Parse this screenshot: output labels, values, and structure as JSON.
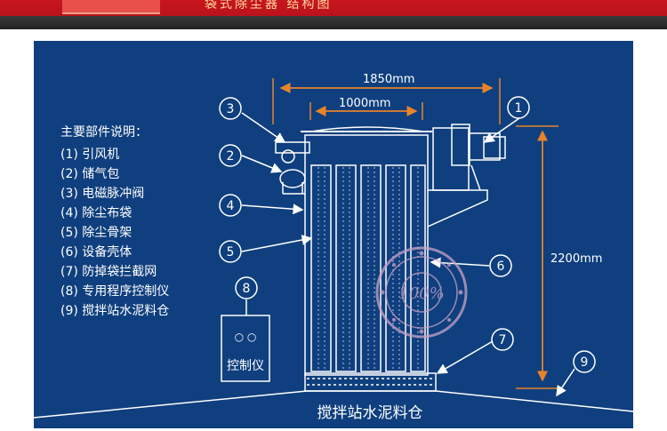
{
  "banner": {
    "title": "袋式除尘器 结构图"
  },
  "legend": {
    "title": "主要部件说明：",
    "items": [
      "(1) 引风机",
      "(2) 储气包",
      "(3) 电磁脉冲阀",
      "(4) 除尘布袋",
      "(5) 除尘骨架",
      "(6) 设备壳体",
      "(7) 防掉袋拦截网",
      "(8) 专用程序控制仪",
      "(9) 搅拌站水泥料仓"
    ]
  },
  "dimensions": {
    "outer_width": "1850mm",
    "inner_width": "1000mm",
    "height": "2200mm"
  },
  "callouts": [
    "1",
    "2",
    "3",
    "4",
    "5",
    "6",
    "7",
    "8",
    "9"
  ],
  "controller": {
    "dots": "○ ○",
    "label": "控制仪"
  },
  "base_label": "搅拌站水泥料仓",
  "stamp": {
    "center": "100%"
  },
  "colors": {
    "panel": "#0f3f7e",
    "line": "#ffffff",
    "dimension": "#e8832a",
    "stamp": "#c9a3c8"
  }
}
